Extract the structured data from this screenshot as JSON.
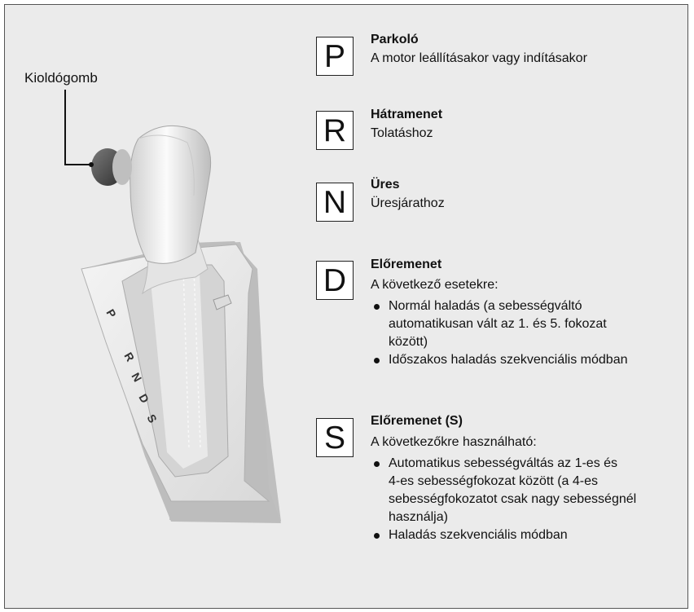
{
  "callout": {
    "release_button_label": "Kioldógomb"
  },
  "plate_letters": [
    "P",
    "R",
    "N",
    "D",
    "S"
  ],
  "gears": [
    {
      "symbol": "P",
      "title": "Parkoló",
      "description": "A motor leállításakor vagy indításakor",
      "bullets": []
    },
    {
      "symbol": "R",
      "title": "Hátramenet",
      "description": "Tolatáshoz",
      "bullets": []
    },
    {
      "symbol": "N",
      "title": "Üres",
      "description": "Üresjárathoz",
      "bullets": []
    },
    {
      "symbol": "D",
      "title": "Előremenet",
      "description": "A következő esetekre:",
      "bullets": [
        "Normál haladás (a sebességváltó\nautomatikusan vált az 1. és 5. fokozat\nközött)",
        "Időszakos haladás szekvenciális módban"
      ]
    },
    {
      "symbol": "S",
      "title": "Előremenet (S)",
      "description": "A következőkre használható:",
      "bullets": [
        "Automatikus sebességváltás az 1-es és\n4-es sebességfokozat között (a 4-es\nsebességfokozatot csak nagy sebességnél\nhasználja)",
        "Haladás szekvenciális módban"
      ]
    }
  ]
}
